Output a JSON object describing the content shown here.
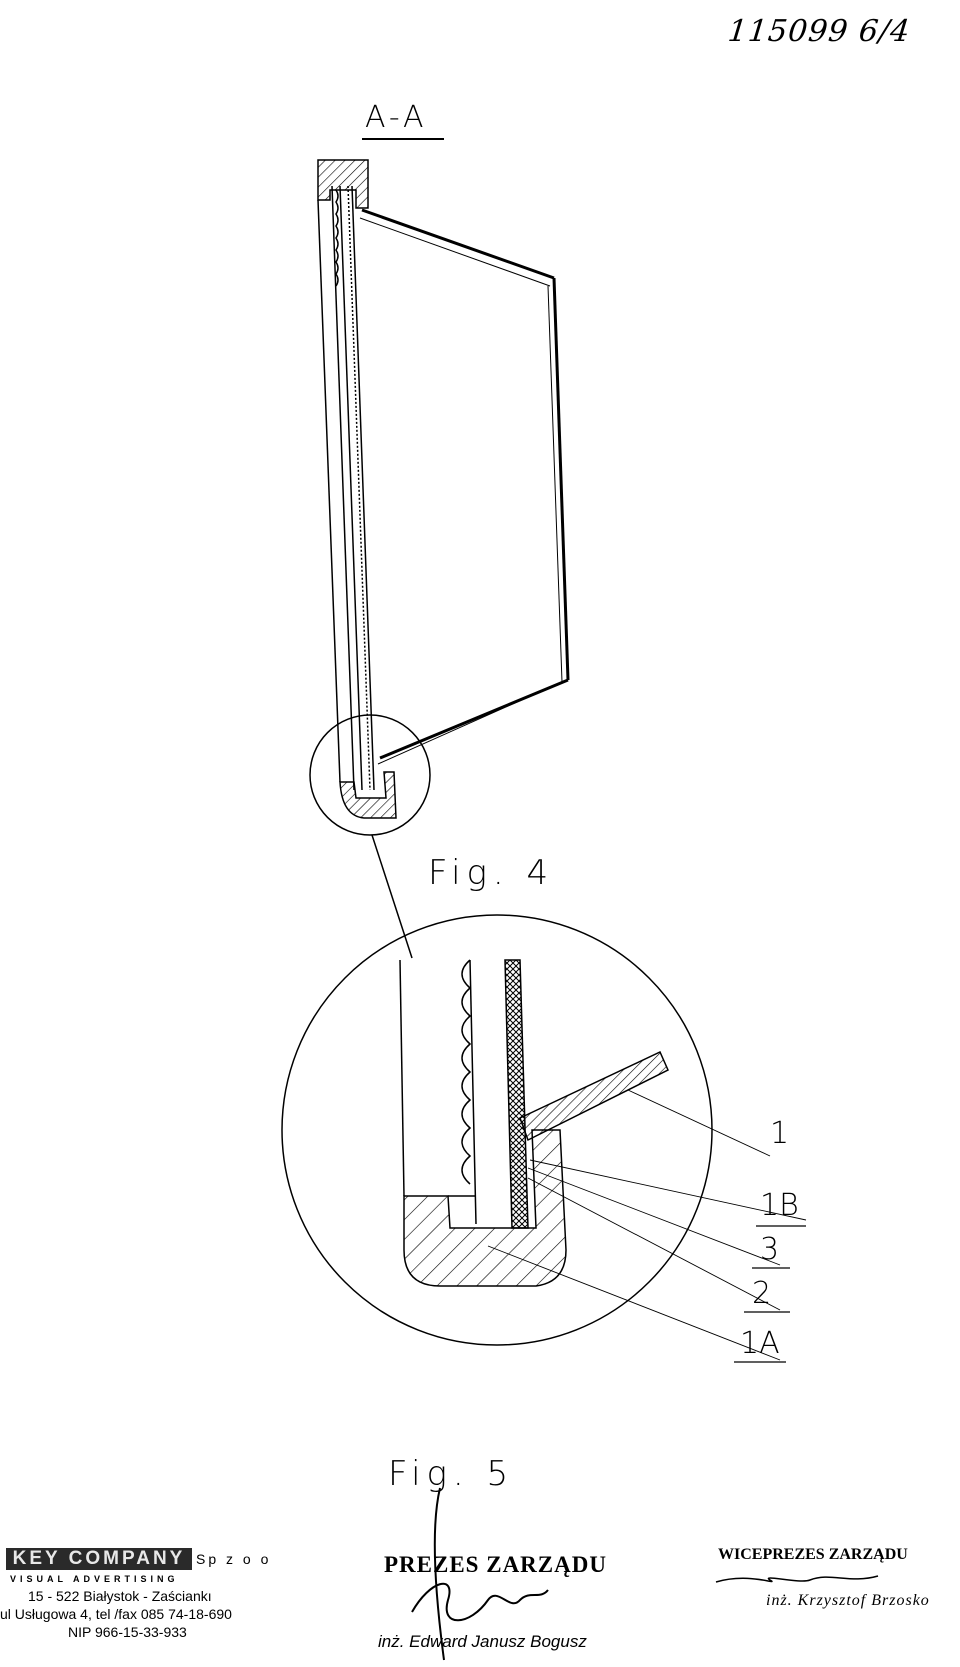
{
  "sheet": {
    "id": "115099 6/4"
  },
  "section": {
    "label": "A-A"
  },
  "figures": {
    "fig4": "Fig. 4",
    "fig5": "Fig. 5"
  },
  "labels": [
    "1",
    "1B",
    "3",
    "2",
    "1A"
  ],
  "footer": {
    "company": {
      "name": "KEY COMPANY",
      "suffix": "Sp z o o",
      "tagline": "VISUAL ADVERTISING",
      "address1": "15 - 522 Białystok - Zaściankı",
      "address2": "ul Usługowa 4, tel /fax 085 74-18-690",
      "nip": "NIP 966-15-33-933"
    },
    "president": {
      "title": "PREZES ZARZĄDU",
      "name": "inż. Edward Janusz Bogusz"
    },
    "vice_president": {
      "title": "WICEPREZES ZARZĄDU",
      "name": "inż. Krzysztof Brzosko"
    }
  },
  "colors": {
    "ink": "#000000",
    "paper": "#ffffff"
  }
}
